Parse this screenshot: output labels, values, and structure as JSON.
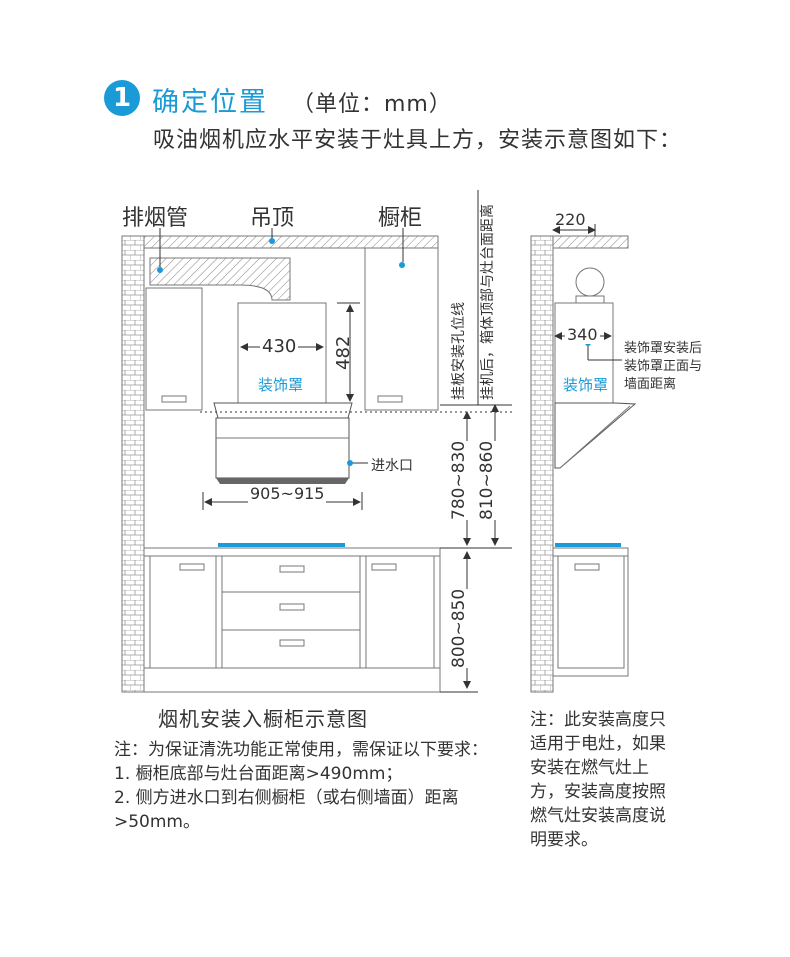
{
  "header": {
    "step_number": "1",
    "title": "确定位置",
    "unit": "（单位：mm）",
    "intro": "吸油烟机应水平安装于灶具上方，安装示意图如下："
  },
  "labels": {
    "exhaust_pipe": "排烟管",
    "ceiling": "吊顶",
    "cabinet": "橱柜",
    "decor_cover": "装饰罩",
    "decor_cover_side": "装饰罩",
    "water_inlet": "进水口",
    "hang_plate_line": "挂板安装孔位线",
    "cabinet_top_distance": "挂机后，箱体顶部与灶台面距离",
    "decor_note_1": "装饰罩安装后",
    "decor_note_2": "装饰罩正面与",
    "decor_note_3": "墙面距离"
  },
  "dimensions": {
    "cover_width": "430",
    "cover_height": "482",
    "hood_width": "905~915",
    "hood_to_stove": "780~830",
    "top_to_stove": "810~860",
    "counter_height": "800~850",
    "side_top": "220",
    "side_cover_depth": "340"
  },
  "caption": "烟机安装入橱柜示意图",
  "notes": [
    "注：为保证清洗功能正常使用，需保证以下要求：",
    "1. 橱柜底部与灶台面距离>490mm；",
    "2. 侧方进水口到右侧橱柜（或右侧墙面）距离>50mm。"
  ],
  "side_note": "注：此安装高度只适用于电灶，如果安装在燃气灶上方，安装高度按照燃气灶安装高度说明要求。",
  "colors": {
    "accent": "#1a9ad6",
    "line": "#555555"
  }
}
